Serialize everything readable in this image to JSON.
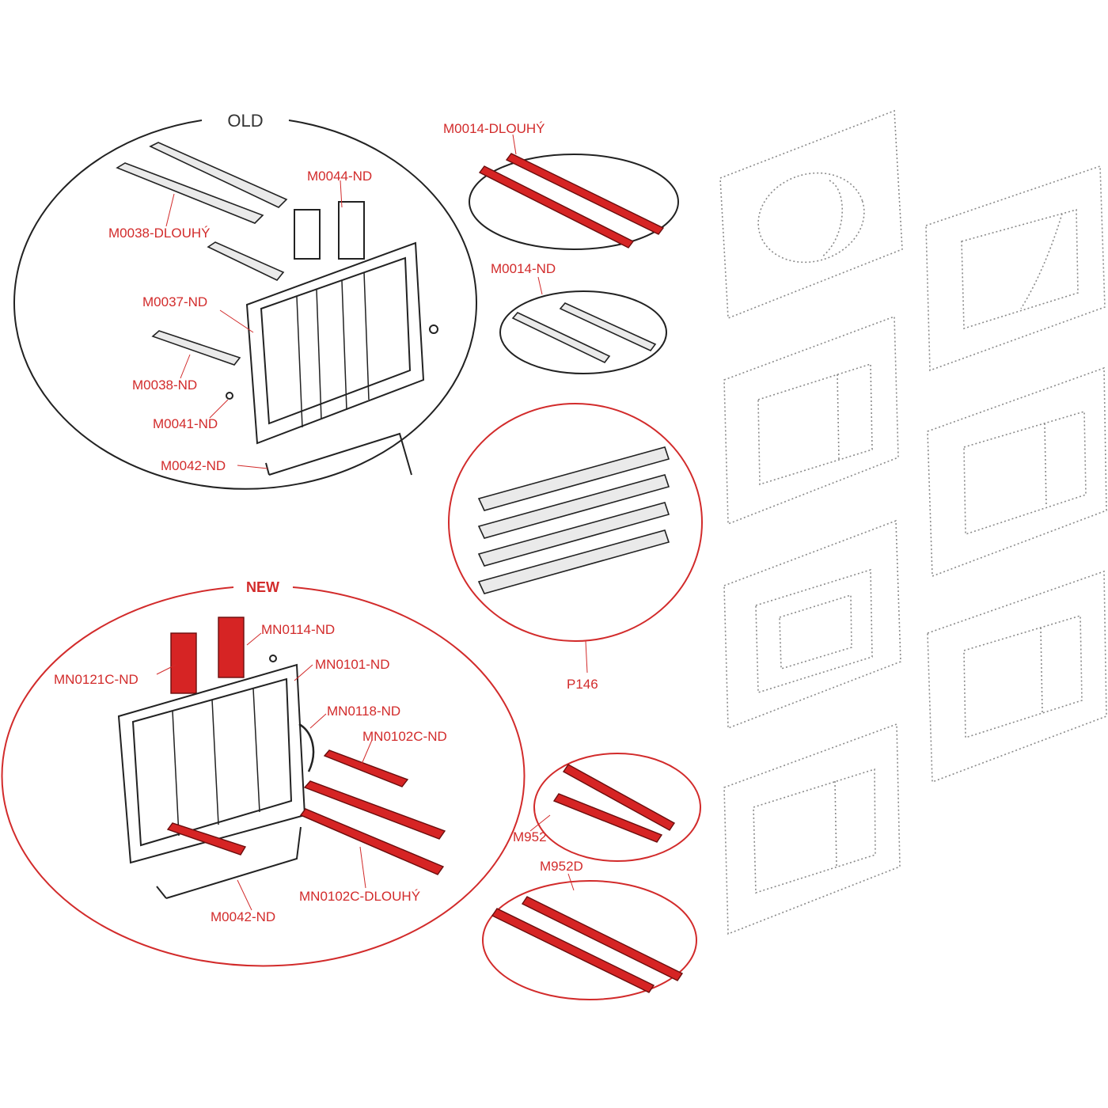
{
  "groups": {
    "old": "OLD",
    "new": "NEW"
  },
  "labels": {
    "m0014_dlouhy": "M0014-DLOUHÝ",
    "m0044_nd": "M0044-ND",
    "m0038_dlouhy": "M0038-DLOUHÝ",
    "m0014_nd": "M0014-ND",
    "m0037_nd": "M0037-ND",
    "m0038_nd": "M0038-ND",
    "m0041_nd": "M0041-ND",
    "m0042_nd_old": "M0042-ND",
    "p146": "P146",
    "mn0114_nd": "MN0114-ND",
    "mn0101_nd": "MN0101-ND",
    "mn0121c_nd": "MN0121C-ND",
    "mn0118_nd": "MN0118-ND",
    "mn0102c_nd": "MN0102C-ND",
    "m952": "M952",
    "m952d": "M952D",
    "mn0102c_dlouhy": "MN0102C-DLOUHÝ",
    "m0042_nd_new": "M0042-ND"
  },
  "colors": {
    "accent_red": "#d22b2b",
    "line_dark": "#222222",
    "plate_grey": "#8a8a8a"
  }
}
